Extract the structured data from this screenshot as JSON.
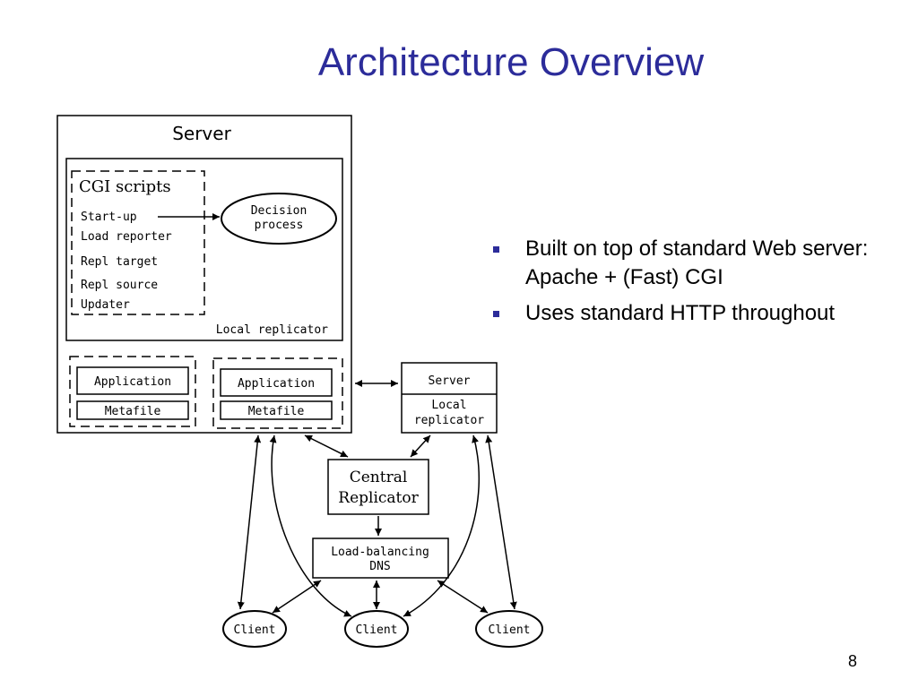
{
  "slide": {
    "title": "Architecture Overview",
    "page_number": "8",
    "bullets": [
      "Built on top of standard Web server: Apache + (Fast) CGI",
      "Uses standard HTTP throughout"
    ]
  },
  "diagram": {
    "server_label": "Server",
    "cgi_scripts_label": "CGI scripts",
    "scripts": [
      "Start-up",
      "Load reporter",
      "Repl target",
      "Repl source",
      "Updater"
    ],
    "decision_process": [
      "Decision",
      "process"
    ],
    "local_replicator_label": "Local replicator",
    "application_label": "Application",
    "metafile_label": "Metafile",
    "remote_server_label": "Server",
    "remote_local_replicator": [
      "Local",
      "replicator"
    ],
    "central_replicator": [
      "Central",
      "Replicator"
    ],
    "load_balancing_dns": [
      "Load-balancing",
      "DNS"
    ],
    "client_label": "Client"
  },
  "colors": {
    "title": "#2c2c9a",
    "bullet": "#2c2c9a",
    "line": "#000000"
  }
}
